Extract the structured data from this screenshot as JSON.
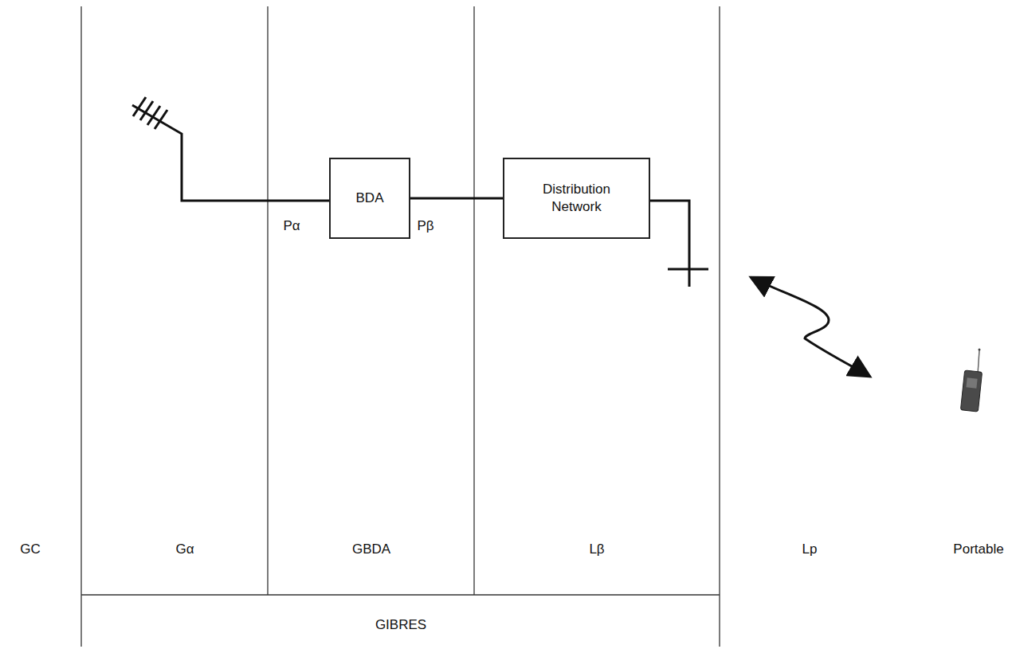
{
  "diagram": {
    "nodes": [
      {
        "text": [
          "BDA"
        ]
      },
      {
        "text": [
          "Distribution Network"
        ]
      }
    ],
    "edges": [
      {
        "from": 0,
        "to": 1,
        "arrow": "none"
      }
    ],
    "labels": [
      "Pα",
      "Pβ",
      "GC",
      "Gα",
      "GBDA",
      "Lβ",
      "Lp",
      "Portable",
      "GIBRES"
    ]
  }
}
